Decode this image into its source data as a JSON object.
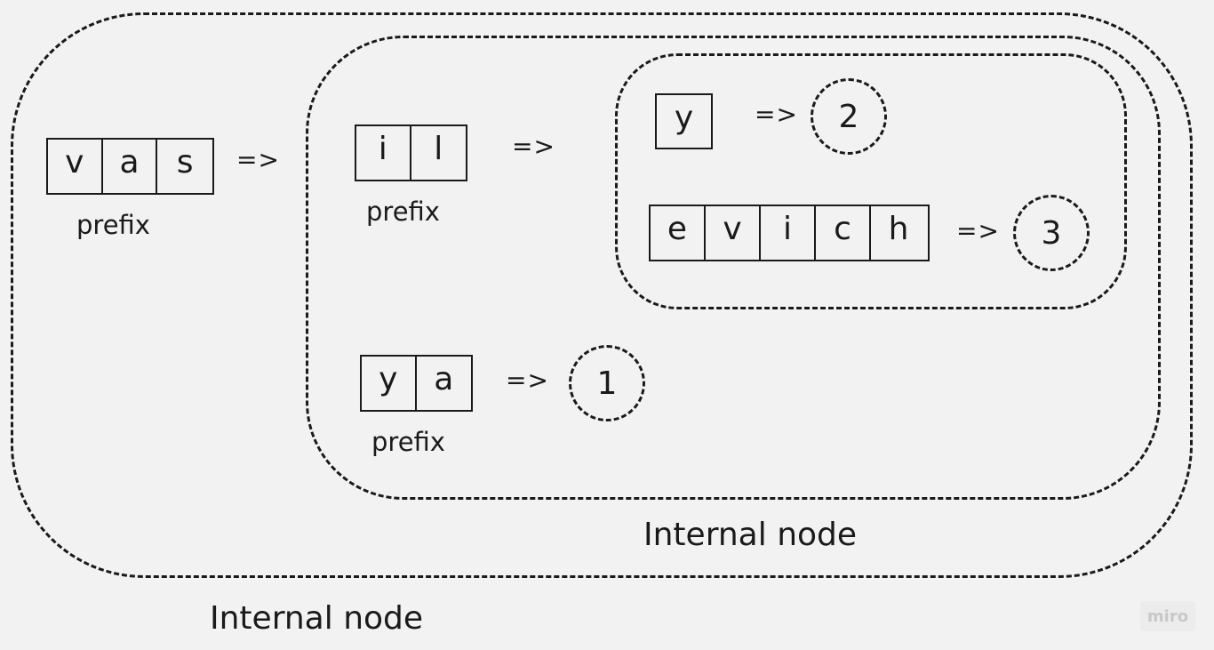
{
  "root": {
    "prefix_chars": [
      "v",
      "a",
      "s"
    ],
    "prefix_label": "prefix",
    "arrow": "=>",
    "node_label": "Internal node"
  },
  "middle": {
    "prefix_chars": [
      "i",
      "l"
    ],
    "prefix_label": "prefix",
    "arrow": "=>",
    "node_label": "Internal node"
  },
  "inner": {
    "entries": [
      {
        "chars": [
          "y"
        ],
        "arrow": "=>",
        "value": "2"
      },
      {
        "chars": [
          "e",
          "v",
          "i",
          "c",
          "h"
        ],
        "arrow": "=>",
        "value": "3"
      }
    ]
  },
  "bottom_entry": {
    "prefix_chars": [
      "y",
      "a"
    ],
    "prefix_label": "prefix",
    "arrow": "=>",
    "value": "1"
  },
  "watermark": "miro"
}
